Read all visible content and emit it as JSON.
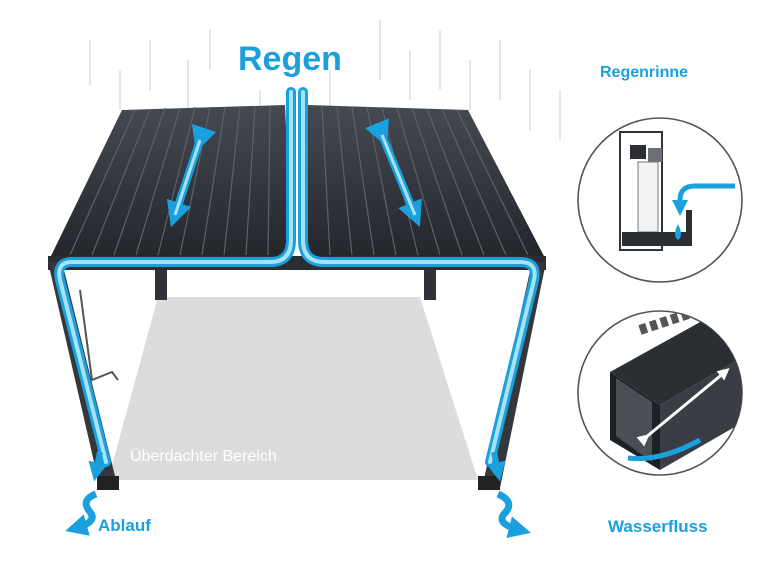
{
  "diagram": {
    "title": "Regen",
    "gutter_label": "Regenrinne",
    "water_flow_label": "Wasserfluss",
    "drain_label": "Ablauf",
    "covered_area_label": "Überdachter Bereich"
  },
  "colors": {
    "accent": "#1aa0dc",
    "water_light": "#a7e3f7",
    "roof": "#2d3138",
    "frame": "#3a3d42",
    "floor": "#dcdcdc"
  },
  "icons": [
    "rain-streaks",
    "roof-panel-left",
    "roof-panel-right",
    "flow-arrow",
    "drain-wave-icon",
    "gutter-detail-circle",
    "water-flow-detail-circle"
  ]
}
